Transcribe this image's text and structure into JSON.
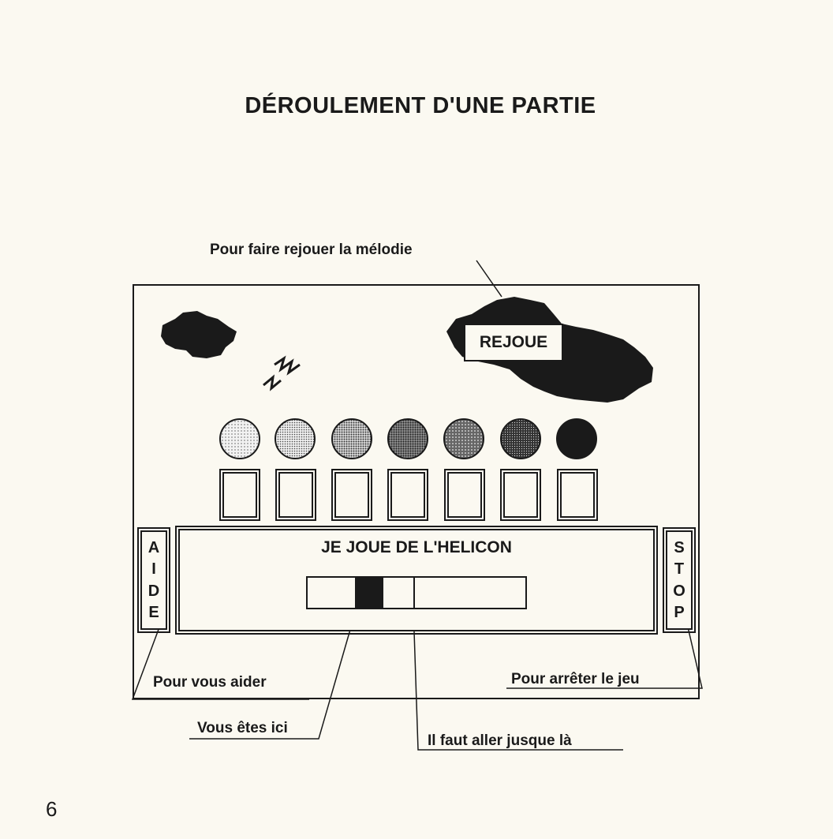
{
  "page": {
    "title": "DÉROULEMENT D'UNE PARTIE",
    "page_number": "6"
  },
  "annotations": {
    "replay": "Pour faire rejouer la mélodie",
    "help": "Pour vous aider",
    "here": "Vous êtes ici",
    "goal": "Il faut aller jusque là",
    "stop": "Pour arrêter le jeu"
  },
  "game": {
    "replay_button": "REJOUE",
    "help_letters": [
      "A",
      "I",
      "D",
      "E"
    ],
    "stop_letters": [
      "S",
      "T",
      "O",
      "P"
    ],
    "title": "JE JOUE DE L'HELICON",
    "notes": [
      {
        "fill": "#e6e6e6"
      },
      {
        "fill": "#cfcfcf"
      },
      {
        "fill": "#b4b4b4"
      },
      {
        "fill": "#8a8a8a"
      },
      {
        "fill": "#7a7a7a"
      },
      {
        "fill": "#555555"
      },
      {
        "fill": "#1a1a1a"
      }
    ],
    "progress_fraction": 0.25
  }
}
